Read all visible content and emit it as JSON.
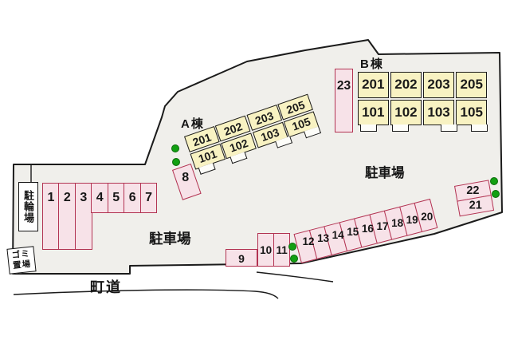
{
  "diagram": {
    "title_note": "site layout plan",
    "building_a": {
      "label": "A棟",
      "upper_units": [
        "201",
        "202",
        "203",
        "205"
      ],
      "lower_units": [
        "101",
        "102",
        "103",
        "105"
      ]
    },
    "building_b": {
      "label": "B棟",
      "upper_units": [
        "201",
        "202",
        "203",
        "205"
      ],
      "lower_units": [
        "101",
        "102",
        "103",
        "105"
      ]
    },
    "parking": {
      "label_left": "駐車場",
      "label_right": "駐車場",
      "row_1_7": [
        "1",
        "2",
        "3",
        "4",
        "5",
        "6",
        "7"
      ],
      "space_8": "8",
      "space_9": "9",
      "row_10_11": [
        "10",
        "11"
      ],
      "row_12_20": [
        "12",
        "13",
        "14",
        "15",
        "16",
        "17",
        "18",
        "19",
        "20"
      ],
      "stack_21_22": [
        "22",
        "21"
      ],
      "space_23": "23"
    },
    "bicycle_parking_label": "駐輪場",
    "garbage_area_lines": [
      "ゴミ",
      "置場"
    ],
    "road_label": "町道",
    "colors": {
      "site_fill": "#f0efeb",
      "outline": "#1b1b1b",
      "building_fill": "#f8f2c2",
      "space_fill": "#f7e2e8",
      "space_border": "#b23352",
      "tree_green": "#12a012"
    }
  }
}
